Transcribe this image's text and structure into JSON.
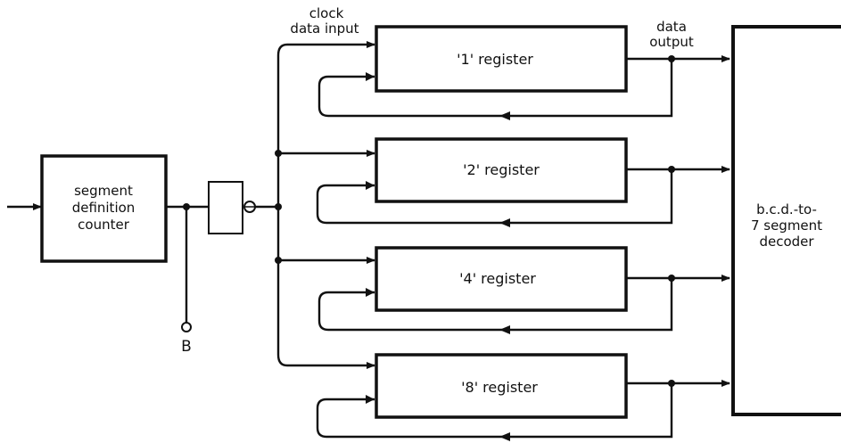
{
  "diagram": {
    "counter_label": [
      "segment",
      "definition",
      "counter"
    ],
    "terminal_label": "B",
    "clock_label": [
      "clock",
      "data input"
    ],
    "output_label": [
      "data",
      "output"
    ],
    "registers": [
      {
        "label": "'1' register"
      },
      {
        "label": "'2' register"
      },
      {
        "label": "'4' register"
      },
      {
        "label": "'8' register"
      }
    ],
    "decoder_label": [
      "b.c.d.-to-",
      "7 segment",
      "decoder"
    ]
  }
}
